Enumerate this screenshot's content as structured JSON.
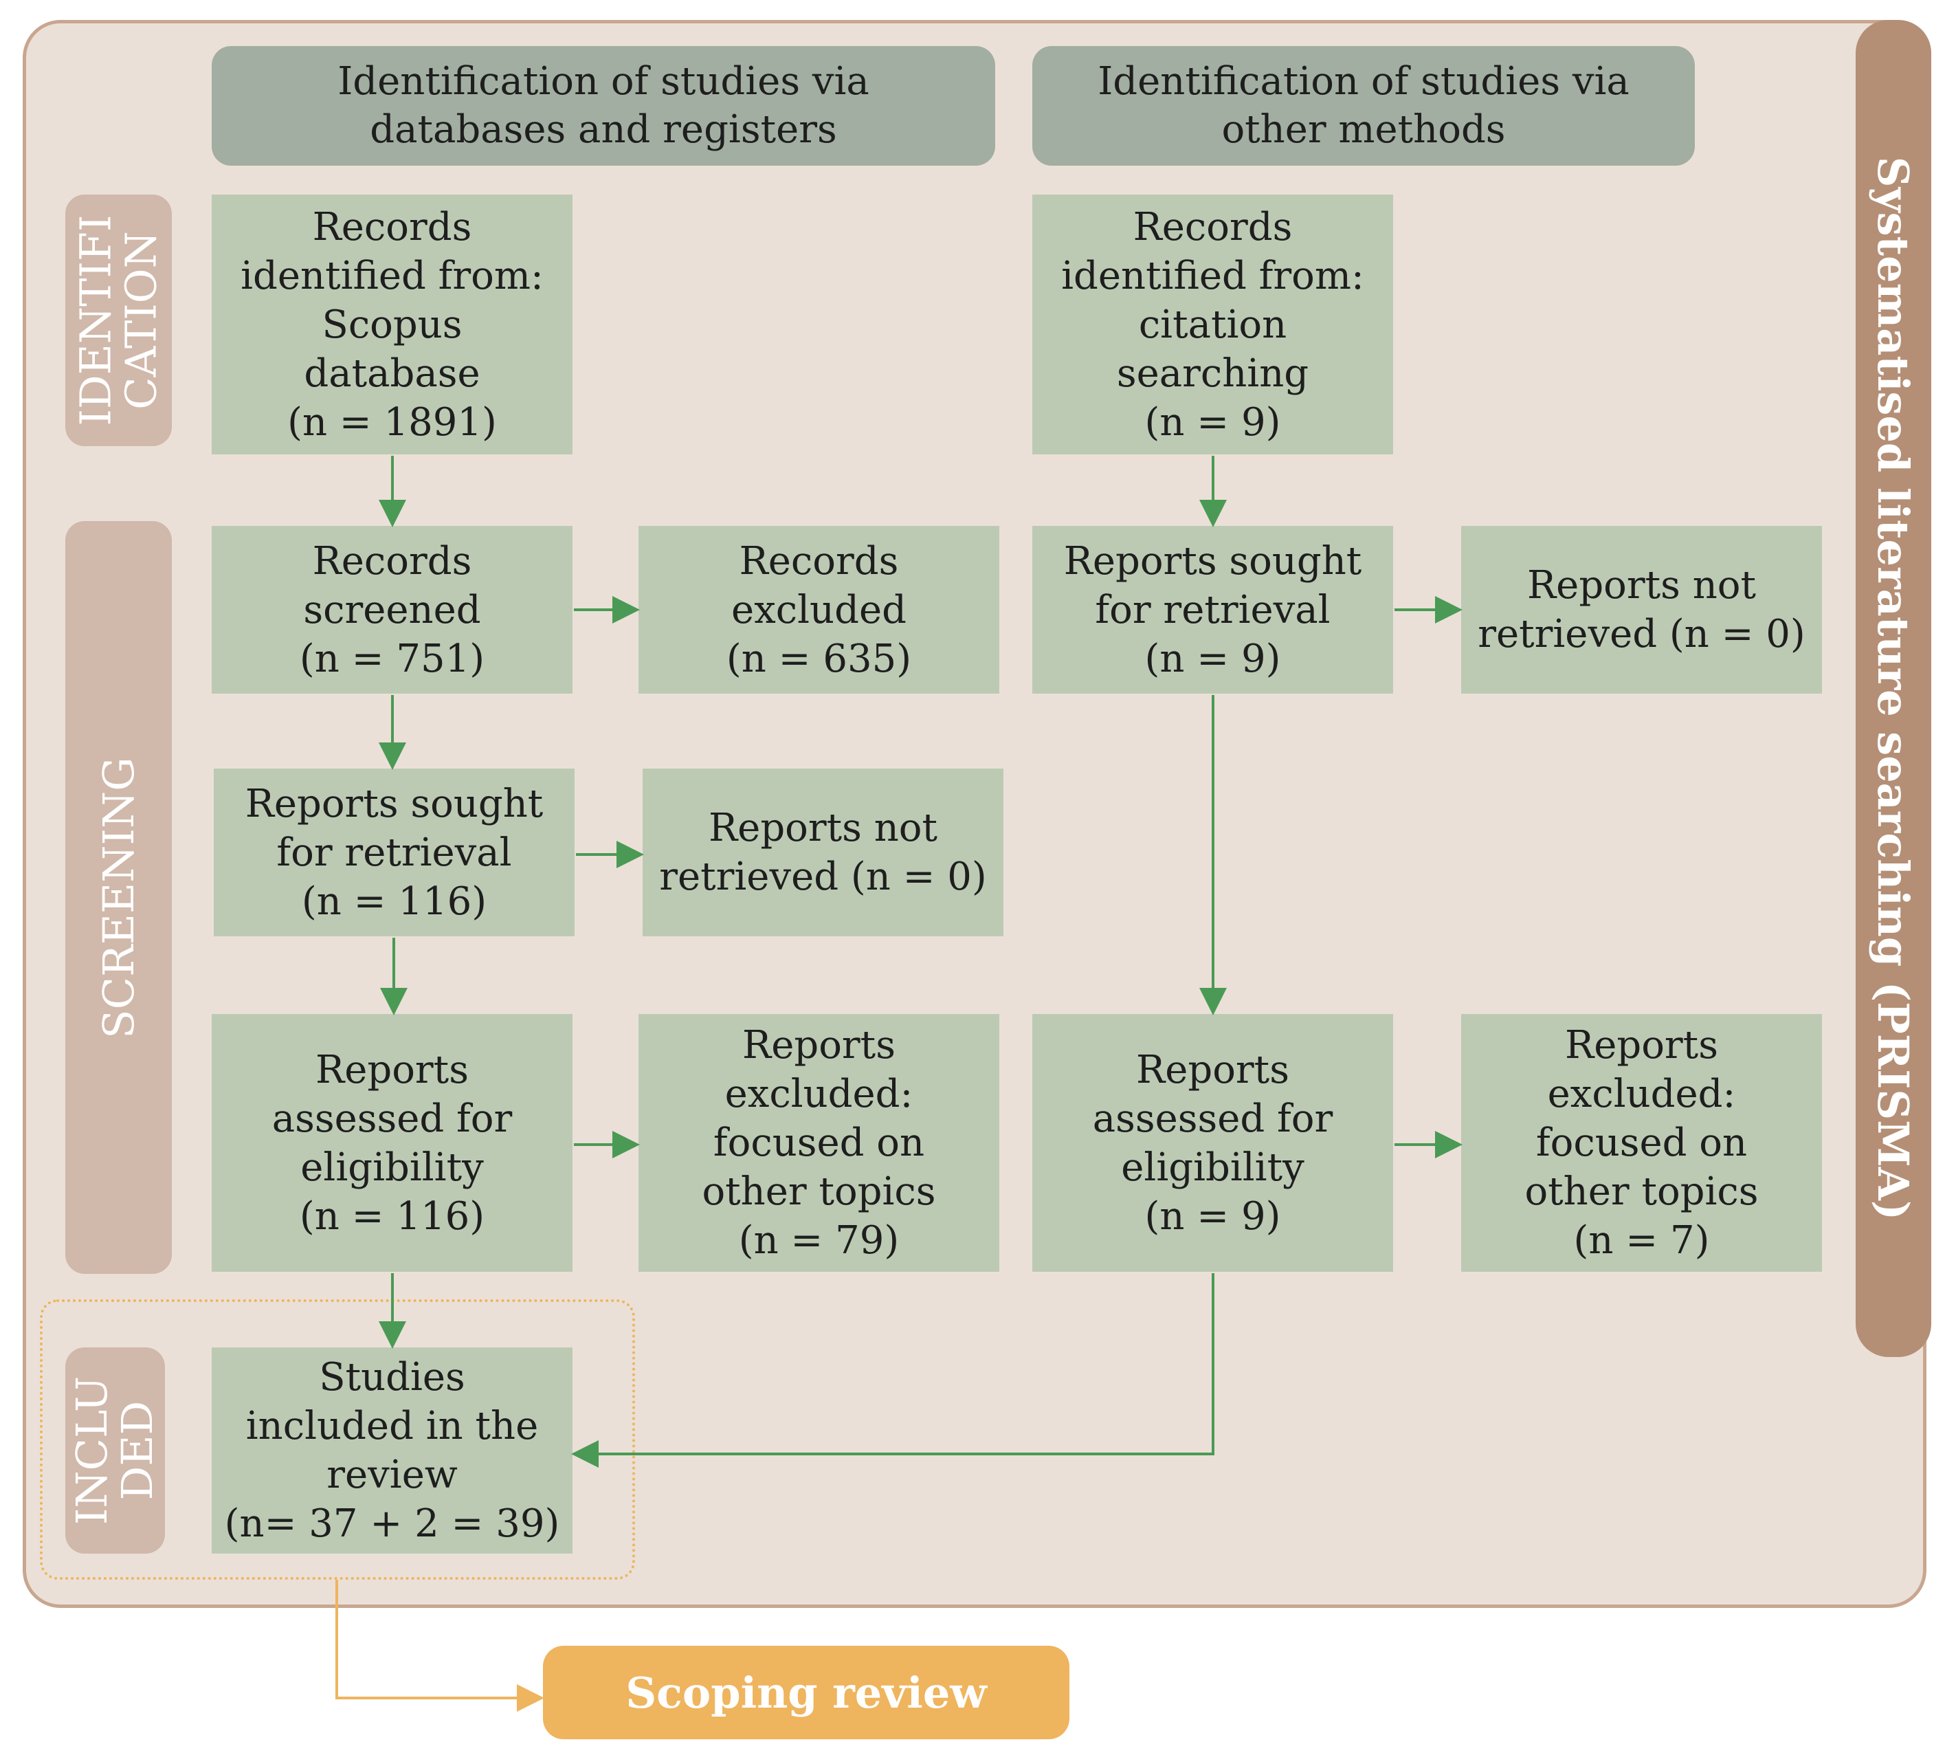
{
  "sidebar_title": "Systematised literature searching (PRISMA)",
  "headers": {
    "databases": [
      "Identification of studies via",
      "databases and registers"
    ],
    "other": [
      "Identification of studies via",
      "other methods"
    ]
  },
  "phases": {
    "identification": [
      "IDENTIFI",
      "CATION"
    ],
    "screening": [
      "SCREENING"
    ],
    "included": [
      "INCLU",
      "DED"
    ]
  },
  "boxes": {
    "db_identified": [
      "Records",
      "identified from:",
      "Scopus",
      "database",
      "(n = 1891)"
    ],
    "db_screened": [
      "Records",
      "screened",
      "(n = 751)"
    ],
    "db_excluded": [
      "Records",
      "excluded",
      "(n = 635)"
    ],
    "db_sought": [
      "Reports sought",
      "for retrieval",
      "(n = 116)"
    ],
    "db_not_retrieved": [
      "Reports not",
      "retrieved (n = 0)"
    ],
    "db_assessed": [
      "Reports",
      "assessed for",
      "eligibility",
      "(n = 116)"
    ],
    "db_report_excluded": [
      "Reports",
      "excluded:",
      "focused on",
      "other topics",
      "(n = 79)"
    ],
    "included": [
      "Studies",
      "included in the",
      "review",
      "(n= 37 + 2 = 39)"
    ],
    "ot_identified": [
      "Records",
      "identified from:",
      "citation",
      "searching",
      "(n = 9)"
    ],
    "ot_sought": [
      "Reports sought",
      "for retrieval",
      "(n = 9)"
    ],
    "ot_not_retrieved": [
      "Reports not",
      "retrieved (n = 0)"
    ],
    "ot_assessed": [
      "Reports",
      "assessed for",
      "eligibility",
      "(n = 9)"
    ],
    "ot_report_excluded": [
      "Reports",
      "excluded:",
      "focused on",
      "other topics",
      "(n = 7)"
    ]
  },
  "scoping_review": "Scoping review",
  "colors": {
    "frame_bg": "#ebe0d7",
    "box_green": "#bccab4",
    "header_grey": "#a2aea1",
    "phase_tan": "#d0b8aa",
    "sidebar_brown": "#b48f75",
    "arrow_green": "#4a9a55",
    "accent_orange": "#efb45e"
  }
}
